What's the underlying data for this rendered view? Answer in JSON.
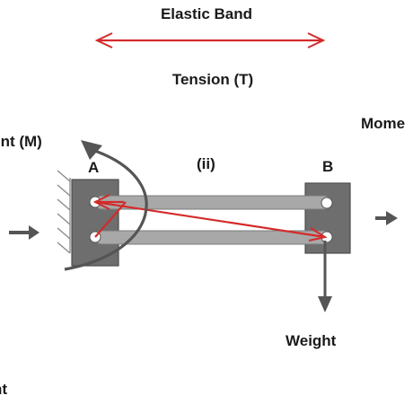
{
  "title": "Elastic Band",
  "tension_label": "Tension (T)",
  "moment_left_label": "ment (M)",
  "point_a_label": "A",
  "case_label": "(ii)",
  "point_b_label": "B",
  "moment_right_label": "Mome",
  "weight_label": "Weight",
  "bottom_left_label": "nt",
  "colors": {
    "band": "#d42a2a",
    "arrow": "#555555",
    "block": "#6e6e6e",
    "rod": "#a8a8a8"
  }
}
